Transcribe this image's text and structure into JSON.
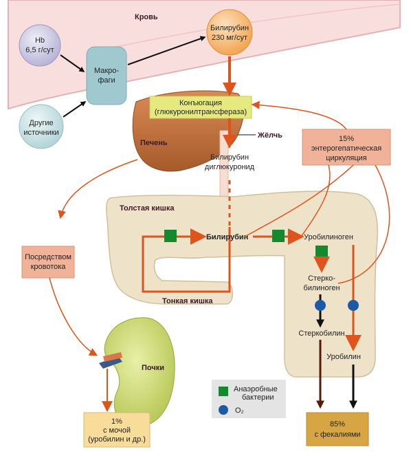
{
  "blood_label": "Кровь",
  "hb_node": {
    "line1": "Hb",
    "line2": "6,5 г/сут"
  },
  "macrophage": {
    "line1": "Макро-",
    "line2": "фаги"
  },
  "other_sources": {
    "line1": "Другие",
    "line2": "источники"
  },
  "bilirubin_top": {
    "line1": "Билирубин",
    "line2": "230 мг/сут"
  },
  "conjugation": {
    "line1": "Конъюгация",
    "line2": "(глюкуронилтрансфераза)"
  },
  "liver_label": "Печень",
  "bile_label": "Жёлчь",
  "bili_diglucuronide": {
    "line1": "Билирубин",
    "line2": "диглюкуронид"
  },
  "enterohepatic": {
    "line1": "15%",
    "line2": "энтерогепатическая",
    "line3": "циркуляция"
  },
  "colon_label": "Толстая кишка",
  "bilirubin_gut": "Билирубин",
  "urobilinogen": "Уробилиноген",
  "via_blood": {
    "line1": "Посредством",
    "line2": "кровотока"
  },
  "stercobilinogen": {
    "line1": "Стерко-",
    "line2": "билиноген"
  },
  "small_intestine_label": "Тонкая кишка",
  "stercobilin": "Стеркобилин",
  "kidneys_label": "Почки",
  "urobilin": "Уробилин",
  "legend": {
    "anaerobic_line1": "Анаэробные",
    "anaerobic_line2": "бактерии",
    "o2": "O₂"
  },
  "urine_out": {
    "line1": "1%",
    "line2": "с мочой",
    "line3": "(уробилин и др.)"
  },
  "feces_out": {
    "line1": "85%",
    "line2": "с фекалиями"
  },
  "colors": {
    "arrow_orange": "#e0531b",
    "bacteria_green": "#138a2e",
    "o2_blue": "#1c5aa6",
    "conjugation_box": "#e6ea7e",
    "salmon_box": "#f0b39a",
    "bilirubin_circle": "#f7b066",
    "macrophage_box": "#9fc9cf",
    "feces_box": "#d8a545",
    "urine_box": "#f8dc9a"
  }
}
